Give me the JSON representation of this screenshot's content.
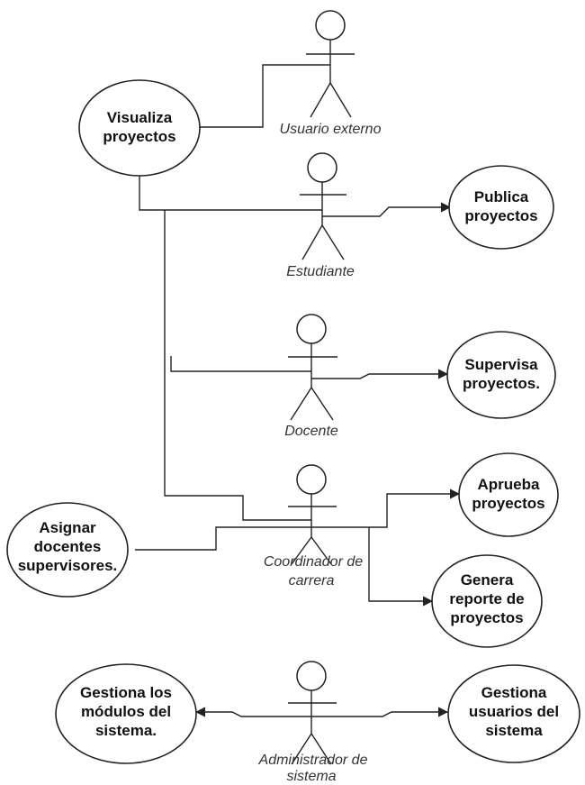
{
  "actors": {
    "usuario_externo": {
      "label": "Usuario externo"
    },
    "estudiante": {
      "label": "Estudiante"
    },
    "docente": {
      "label": "Docente"
    },
    "coordinador": {
      "line1": "Coordinador de",
      "line2": "carrera"
    },
    "administrador": {
      "line1": "Administrador de",
      "line2": "sistema"
    }
  },
  "use_cases": {
    "visualiza": {
      "line1": "Visualiza",
      "line2": "proyectos"
    },
    "publica": {
      "line1": "Publica",
      "line2": "proyectos"
    },
    "supervisa": {
      "line1": "Supervisa",
      "line2": "proyectos."
    },
    "aprueba": {
      "line1": "Aprueba",
      "line2": "proyectos"
    },
    "genera": {
      "line1": "Genera",
      "line2": "reporte de",
      "line3": "proyectos"
    },
    "asignar": {
      "line1": "Asignar",
      "line2": "docentes",
      "line3": "supervisores."
    },
    "gestiona_modulos": {
      "line1": "Gestiona los",
      "line2": "módulos del",
      "line3": "sistema."
    },
    "gestiona_usuarios": {
      "line1": "Gestiona",
      "line2": "usuarios del",
      "line3": "sistema"
    }
  }
}
